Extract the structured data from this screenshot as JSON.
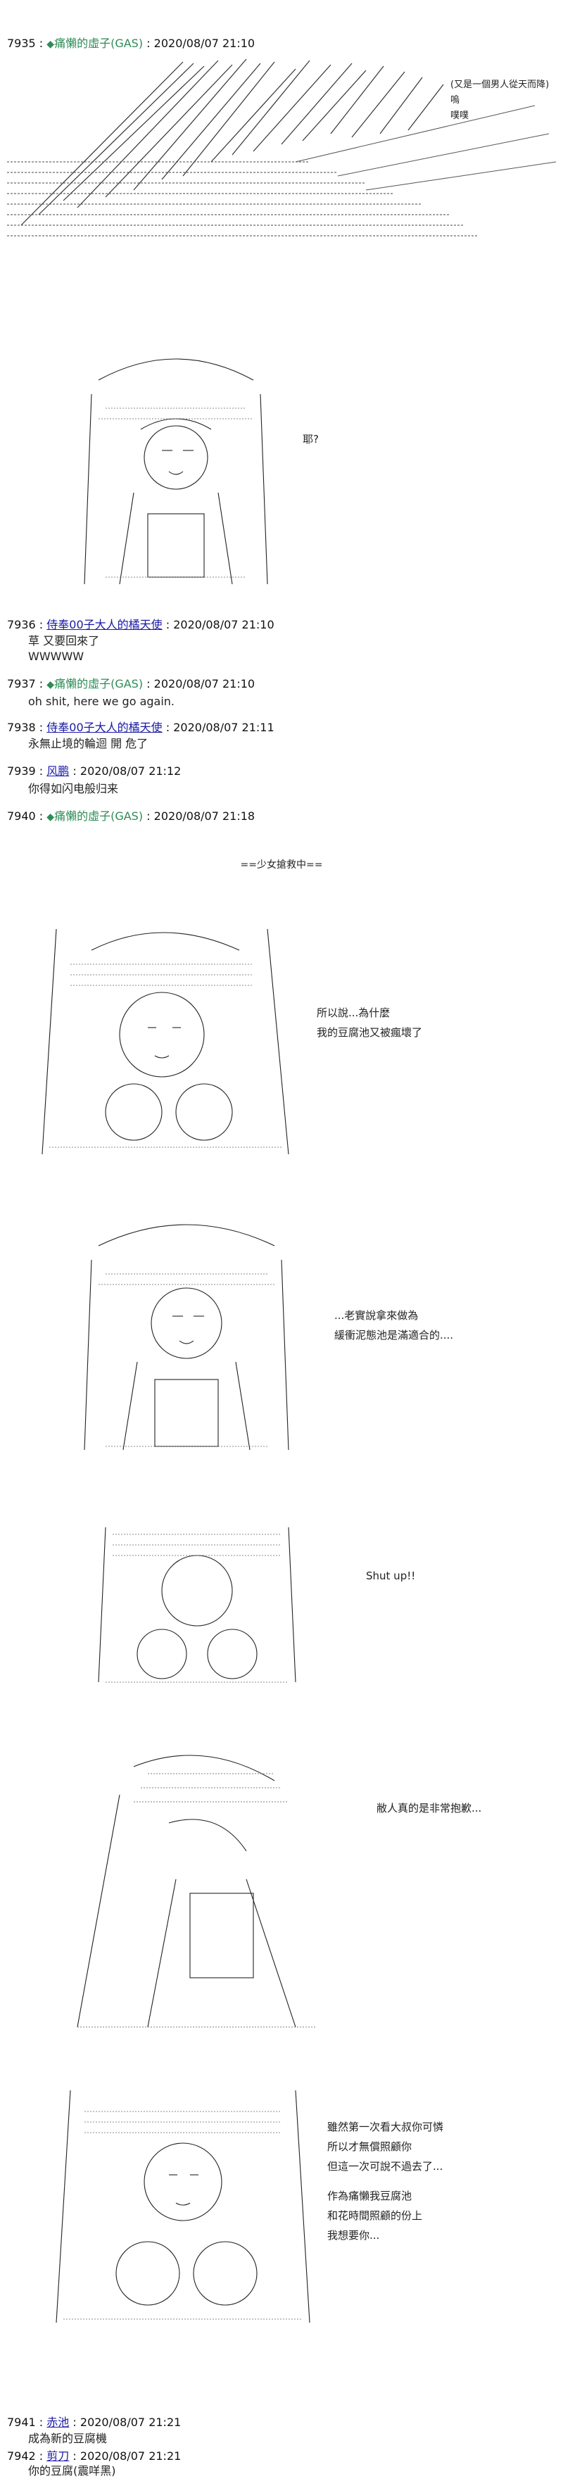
{
  "posts": [
    {
      "number": "7935 :",
      "author": "痛懶的虛子(GAS)",
      "time": ": 2020/08/07 21:10",
      "lines": [
        "(又是一個男人從天而降)",
        "嗚",
        "噗噗"
      ]
    },
    {
      "number": "7936 :",
      "author": "侍奉00子大人的橘天使",
      "time": ": 2020/08/07 21:10",
      "lines": [
        "草 又要回來了",
        "WWWWW"
      ]
    },
    {
      "number": "7937 :",
      "author": "痛懶的虛子(GAS)",
      "time": ": 2020/08/07 21:10",
      "lines": [
        "oh shit, here we go again."
      ]
    },
    {
      "number": "7938 :",
      "author": "侍奉00子大人的橘天使",
      "time": ": 2020/08/07 21:11",
      "lines": [
        "永無止境的輪迴 開 危了"
      ]
    },
    {
      "number": "7939 :",
      "author": "风鹏",
      "time": ": 2020/08/07 21:12",
      "lines": [
        "你得如闪电般归来"
      ]
    },
    {
      "number": "7940 :",
      "author": "痛懶的虛子(GAS)",
      "time": ": 2020/08/07 21:18",
      "lines": []
    },
    {
      "number": "7941 :",
      "author": "赤池",
      "time": ": 2020/08/07 21:21",
      "lines": [
        "成為新的豆腐機"
      ]
    },
    {
      "number": "7942 :",
      "author": "剪刀",
      "time": ": 2020/08/07 21:21",
      "lines": [
        "你的豆腐(震咩黑)"
      ]
    }
  ],
  "scene": {
    "huh": "耶?",
    "interlude": "==少女搶救中==",
    "panel1": [
      "所以說...為什麼",
      "我的豆腐池又被瘋壞了"
    ],
    "panel2": [
      "...老實說拿來做為",
      "緩衝泥態池是滿適合的...."
    ],
    "panel3": [
      "Shut up!!"
    ],
    "panel4": [
      "敝人真的是非常抱歉..."
    ],
    "panel5": [
      "雖然第一次看大叔你可憐",
      "所以才無償照顧你",
      "但這一次可說不過去了...",
      "作為痛懶我豆腐池",
      "和花時間照顧的份上",
      "我想要你..."
    ]
  },
  "colors": {
    "trip_green": "#2e8b57",
    "link_blue": "#1a1aa6",
    "ink": "#111111"
  }
}
